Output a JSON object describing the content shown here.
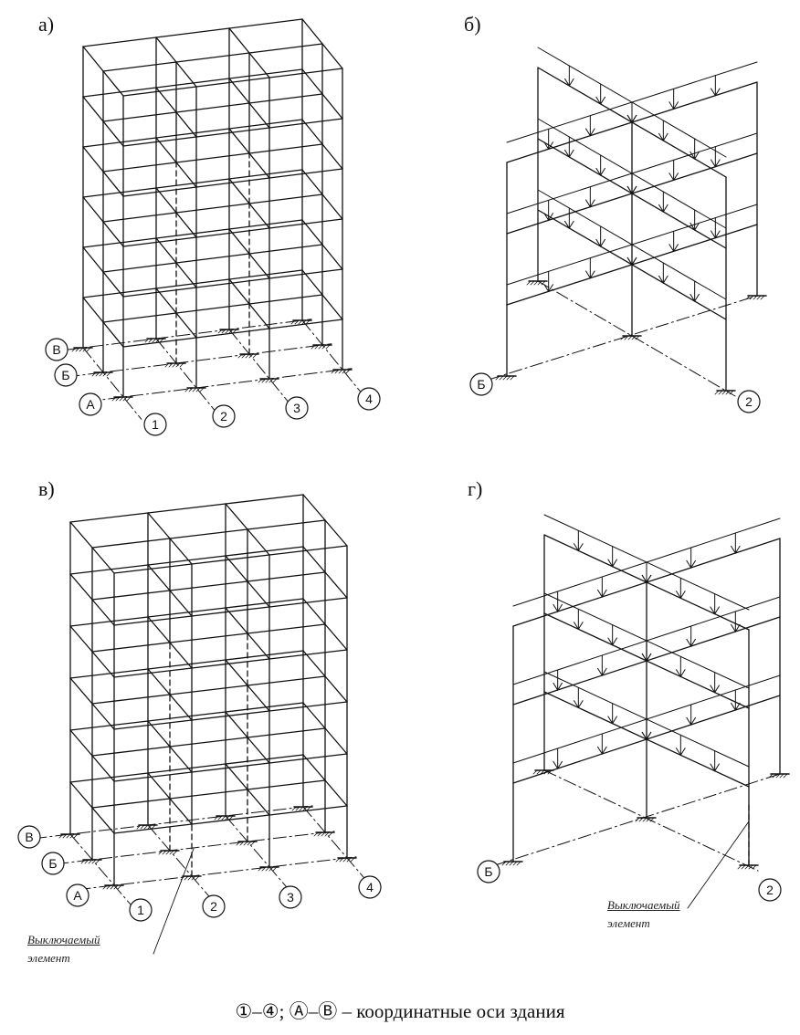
{
  "panels": {
    "a": {
      "label": "а)"
    },
    "b": {
      "label": "б)"
    },
    "v": {
      "label": "в)",
      "note_line1": "Выключаемый",
      "note_line2": "элемент"
    },
    "g": {
      "label": "г)",
      "note_line1": "Выключаемый",
      "note_line2": "элемент"
    }
  },
  "axes": {
    "numeric": [
      "1",
      "2",
      "3",
      "4"
    ],
    "letters": [
      "А",
      "Б",
      "В"
    ],
    "frame_letter": "Б",
    "frame_number": "2"
  },
  "caption": "①–④; Ⓐ–Ⓑ – координатные оси здания",
  "colors": {
    "ink": "#111111",
    "background": "#ffffff"
  }
}
